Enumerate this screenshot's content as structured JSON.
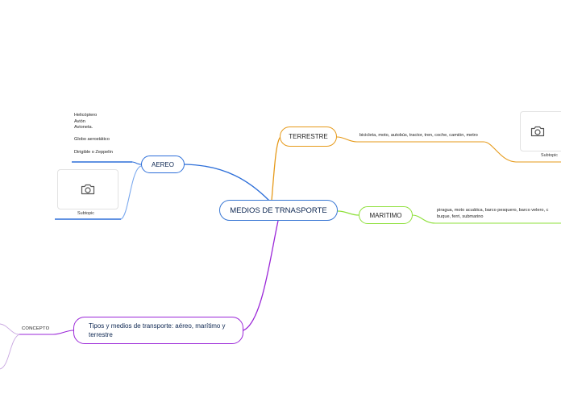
{
  "central": {
    "label": "MEDIOS DE TRNASPORTE"
  },
  "branches": {
    "aereo": {
      "label": "AEREO",
      "items": [
        "Helicóptero",
        "Avión",
        "Avioneta.",
        "",
        "Globo aerostático",
        "",
        "Dirigible o Zeppelin"
      ],
      "subtopic_label": "Subtopic",
      "subtopic_icon": "camera-icon"
    },
    "terrestre": {
      "label": "TERRESTRE",
      "detail": "bicicleta, moto, autobús, tractor, tren, coche, camión, metro",
      "subtopic_label": "Subtopic",
      "subtopic_icon": "camera-icon"
    },
    "maritimo": {
      "label": "MARITIMO",
      "detail_lines": [
        "piragua, moto acuática, barco pesquero, barco velero, c",
        "buque, ferri, submarino"
      ]
    },
    "tipos": {
      "label": "Tipos y medios de transporte: aéreo, marítimo y terrestre",
      "concepto": "CONCEPTO"
    }
  },
  "colors": {
    "aereo": "#2d6fd9",
    "terrestre": "#e69a1a",
    "maritimo": "#8ee03a",
    "tipos": "#9b27d8",
    "central": "#3a78d4"
  }
}
